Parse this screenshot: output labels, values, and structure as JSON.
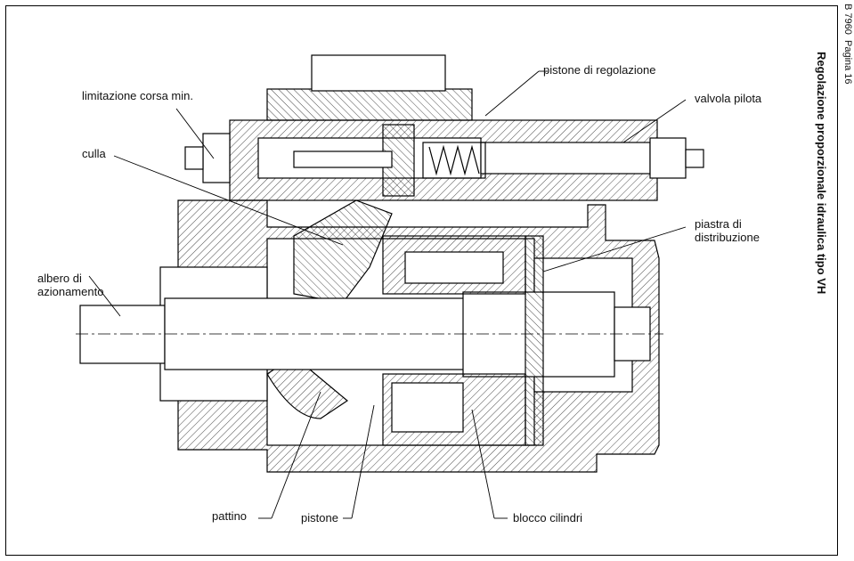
{
  "header": {
    "doc_code": "B 7960",
    "page": "Pagina 16",
    "title": "Regolazione proporzionale idraulica tipo VH"
  },
  "labels": {
    "limitazione_corsa": "limitazione  corsa min.",
    "culla": "culla",
    "albero_line1": "albero di",
    "albero_line2": "azionamento",
    "pistone_regolazione": "pistone di regolazione",
    "valvola_pilota": "valvola pilota",
    "piastra_line1": "piastra di",
    "piastra_line2": "distribuzione",
    "pattino": "pattino",
    "pistone": "pistone",
    "blocco_cilindri": "blocco cilindri"
  }
}
